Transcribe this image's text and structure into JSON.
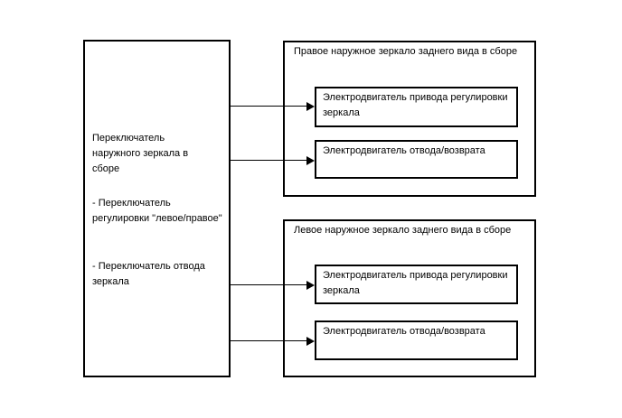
{
  "diagram": {
    "background": "#ffffff",
    "line_color": "#000000",
    "switch_assembly": {
      "title": "Переключатель наружного зеркала в сборе",
      "sub_items": [
        "- Переключатель регулировки \"левое/правое\"",
        "- Переключатель отвода зеркала"
      ]
    },
    "assemblies": [
      {
        "title": "Правое наружное зеркало заднего вида в сборе",
        "components": [
          "Электродвигатель привода регулировки зеркала",
          "Электродвигатель отвода/возврата"
        ]
      },
      {
        "title": "Левое наружное зеркало заднего вида в сборе",
        "components": [
          "Электродвигатель привода регулировки зеркала",
          "Электродвигатель отвода/возврата"
        ]
      }
    ],
    "connections": [
      {
        "from": "switch-assembly",
        "to": "right-mirror-adjust-motor"
      },
      {
        "from": "switch-assembly",
        "to": "right-mirror-retract-motor"
      },
      {
        "from": "switch-assembly",
        "to": "left-mirror-adjust-motor"
      },
      {
        "from": "switch-assembly",
        "to": "left-mirror-retract-motor"
      }
    ]
  }
}
